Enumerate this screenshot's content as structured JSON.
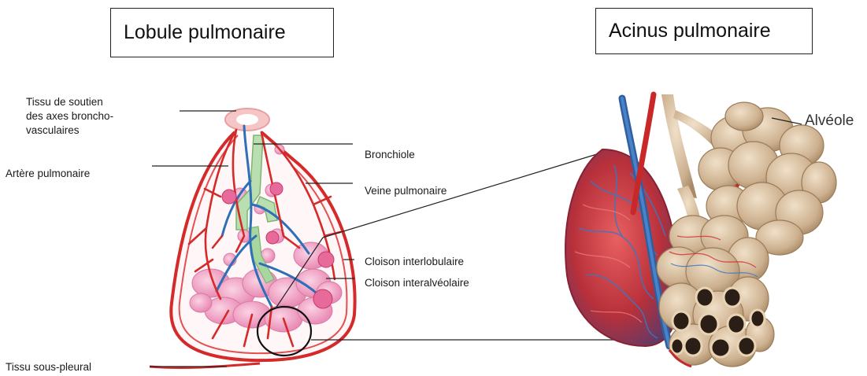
{
  "titles": {
    "left": "Lobule pulmonaire",
    "right": "Acinus pulmonaire"
  },
  "labels": {
    "tissu_soutien": [
      "Tissu de soutien",
      "des axes broncho-",
      "vasculaires"
    ],
    "artere": "Artère pulmonaire",
    "tissu_sous_pleural": "Tissu sous-pleural",
    "bronchiole": "Bronchiole",
    "veine": "Veine pulmonaire",
    "cloison_interlobulaire": "Cloison interlobulaire",
    "cloison_interalveolaire": "Cloison interalvéolaire",
    "alveole": "Alvéole"
  },
  "colors": {
    "artery": "#d42a2a",
    "vein_blue": "#2f6fb8",
    "bronchiole": "#a8d5a0",
    "alveoli": "#f3a7c8",
    "alveolus_tan": "#d9c3a4",
    "line": "#222222"
  }
}
